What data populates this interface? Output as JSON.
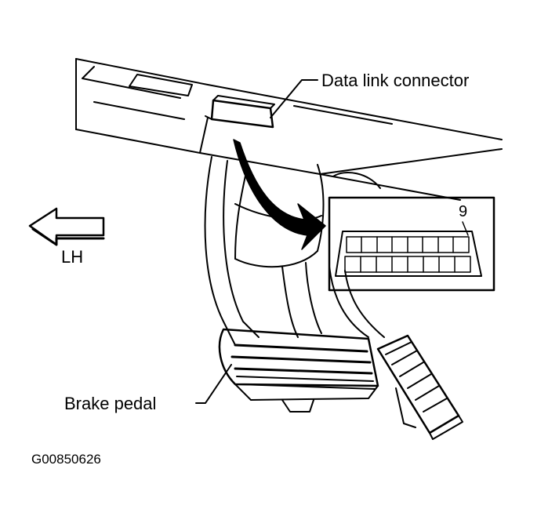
{
  "labels": {
    "data_link_connector": "Data link connector",
    "lh": "LH",
    "pin_number": "9",
    "brake_pedal": "Brake pedal",
    "figure_code": "G00850626"
  },
  "colors": {
    "ink": "#000000",
    "paper": "#ffffff"
  },
  "icons": {
    "direction_arrow": "left-arrow-icon",
    "callout_arrow": "curved-arrow-icon"
  }
}
